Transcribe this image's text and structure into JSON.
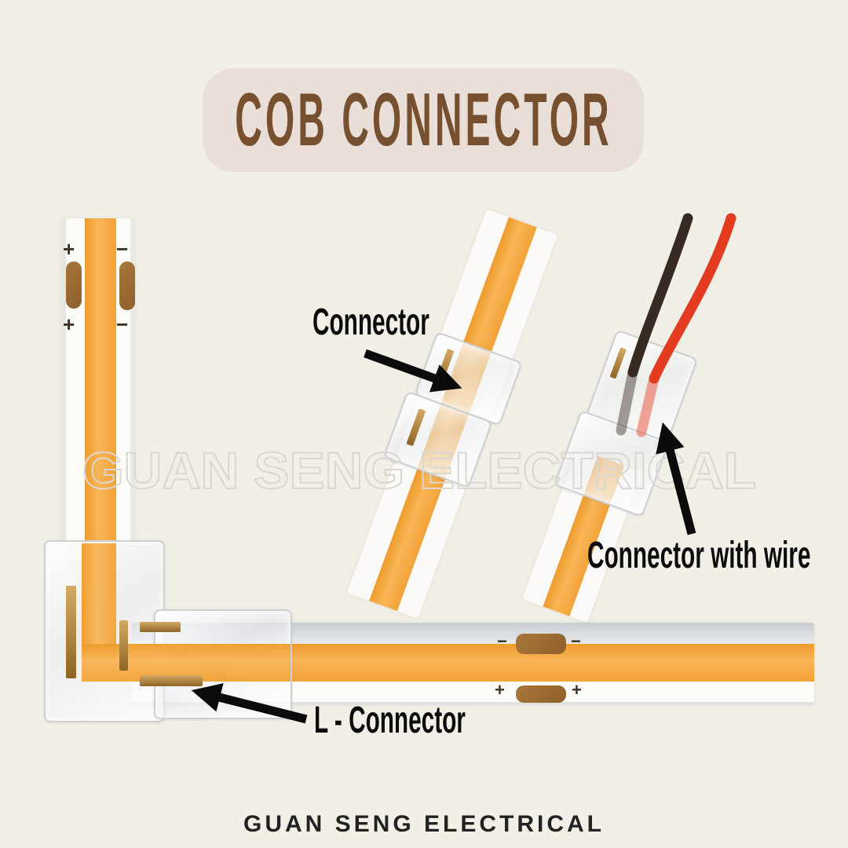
{
  "page": {
    "background": "#f2efe7"
  },
  "title": {
    "text": "COB CONNECTOR",
    "bg": "#e9dfd8",
    "color": "#76502f"
  },
  "annotations": {
    "connector": "Connector",
    "connector_with_wire": "Connector with wire",
    "l_connector": "L - Connector"
  },
  "watermark": {
    "text": "GUAN SENG ELECTRICAL",
    "color": "#d9d7d2"
  },
  "footer": {
    "text": "GUAN SENG ELECTRICAL",
    "color": "#222222"
  },
  "strips": {
    "polarity_plus": "+",
    "polarity_minus": "−",
    "cob_color": "#f2a237",
    "pad_color": "#9c6b33",
    "pcb_color": "#fbfaf8"
  },
  "wires": {
    "red": "#e23b20",
    "black": "#362a22"
  }
}
